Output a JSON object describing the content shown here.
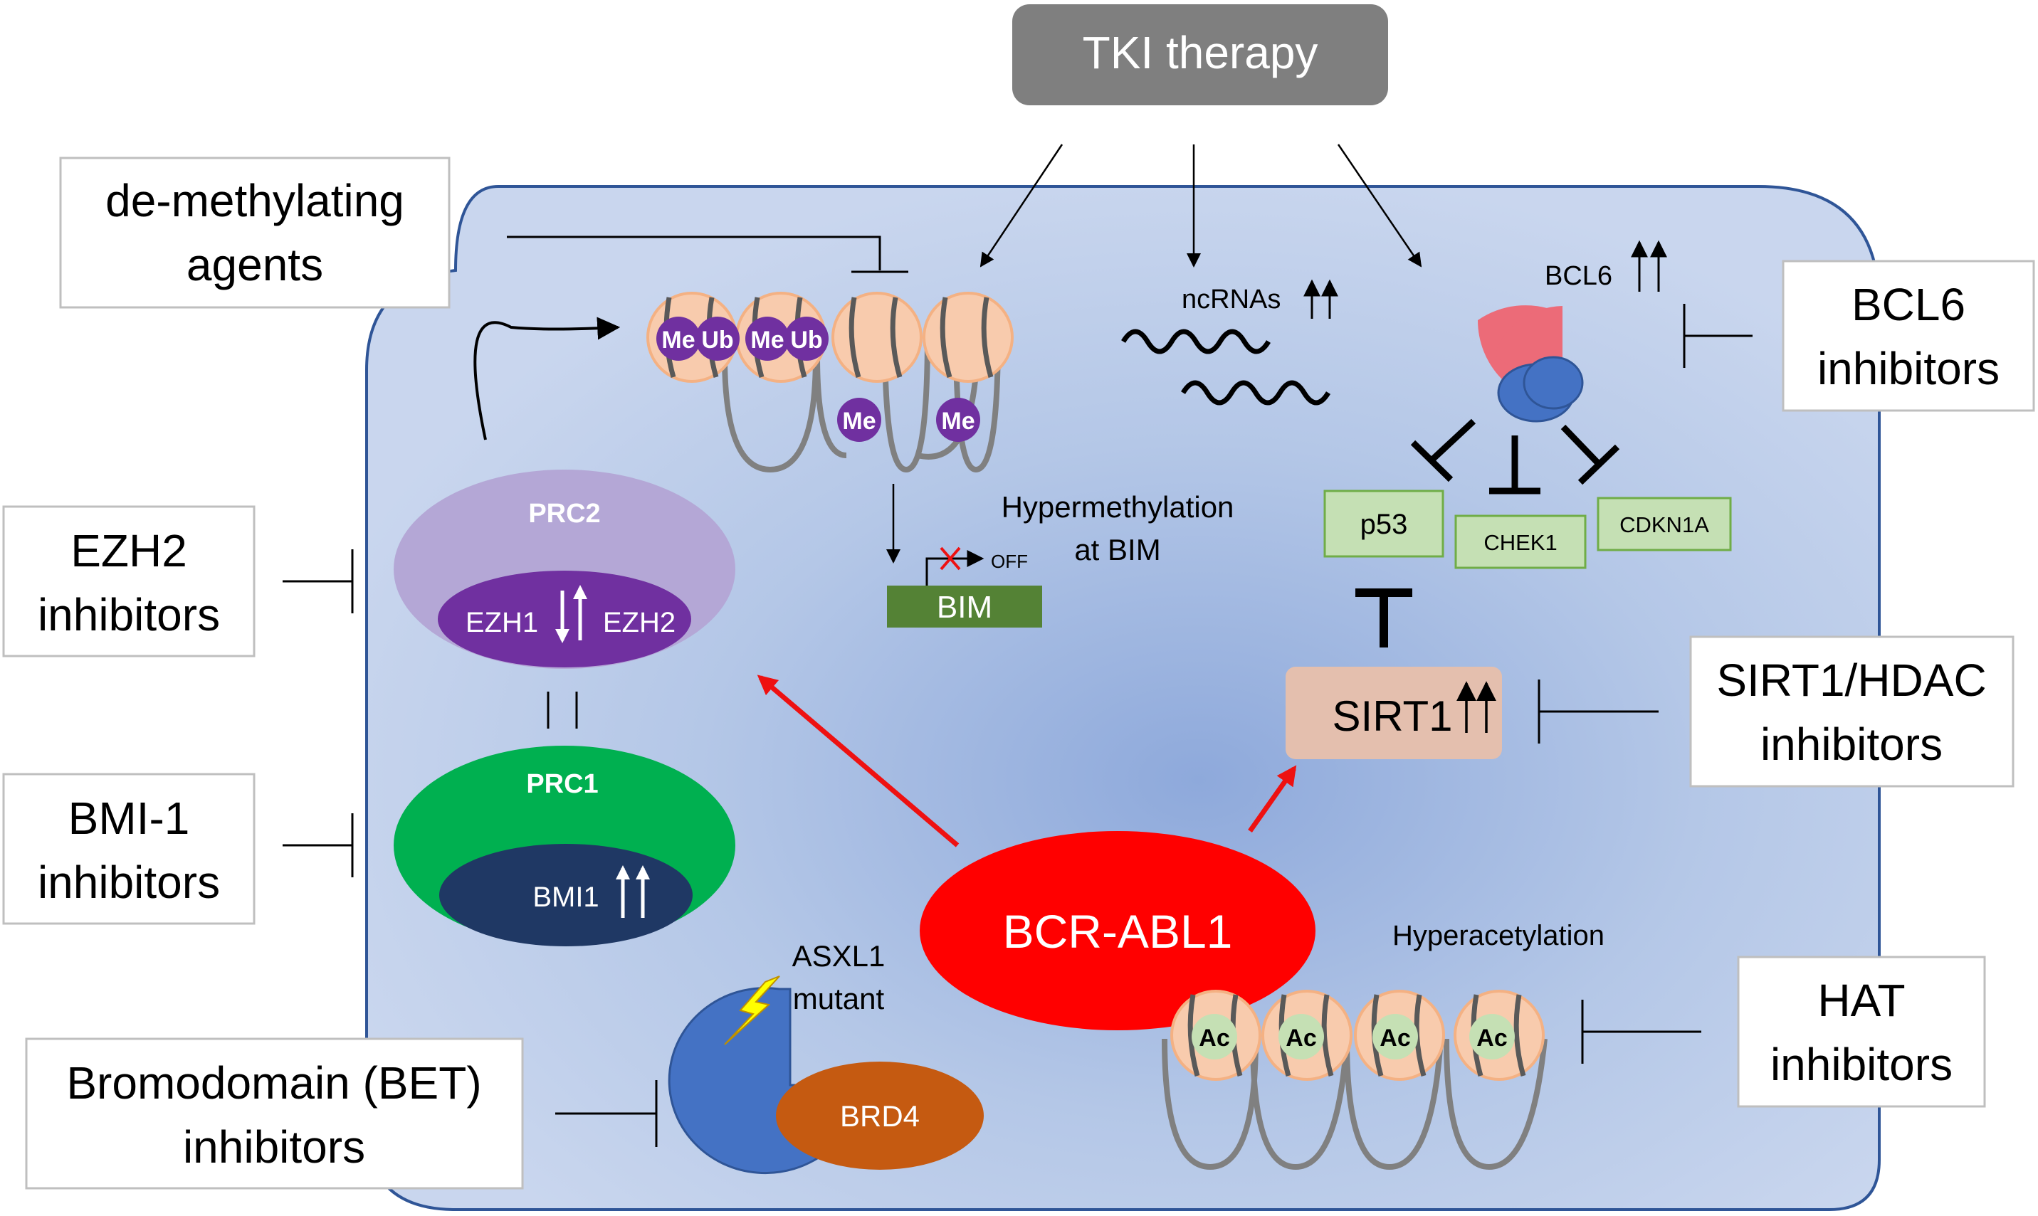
{
  "tki": {
    "label": "TKI therapy"
  },
  "inhibitors": {
    "demethylating": [
      "de-methylating",
      "agents"
    ],
    "ezh2": [
      "EZH2",
      "inhibitors"
    ],
    "bmi1": [
      "BMI-1",
      "inhibitors"
    ],
    "bet": [
      "Bromodomain (BET)",
      "inhibitors"
    ],
    "bcl6": [
      "BCL6",
      "inhibitors"
    ],
    "sirt1": [
      "SIRT1/HDAC",
      "inhibitors"
    ],
    "hat": [
      "HAT",
      "inhibitors"
    ]
  },
  "nucleosomes": {
    "mods": [
      "Me",
      "Ub",
      "Me",
      "Ub",
      "Me",
      "Me"
    ],
    "acetyl": [
      "Ac",
      "Ac",
      "Ac",
      "Ac"
    ]
  },
  "prc2": {
    "label": "PRC2",
    "ezh1": "EZH1",
    "ezh2": "EZH2"
  },
  "prc1": {
    "label": "PRC1",
    "bmi1": "BMI1"
  },
  "bim": {
    "label": "BIM",
    "off": "OFF",
    "hypermethylation": [
      "Hypermethylation",
      "at BIM"
    ]
  },
  "ncrnas": {
    "label": "ncRNAs"
  },
  "bcl6": {
    "label": "BCL6"
  },
  "targets": {
    "p53": "p53",
    "chek1": "CHEK1",
    "cdkn1a": "CDKN1A"
  },
  "sirt1": {
    "label": "SIRT1"
  },
  "bcrabl": {
    "label": "BCR-ABL1"
  },
  "asxl1": {
    "lines": [
      "ASXL1",
      "mutant"
    ]
  },
  "brd4": {
    "label": "BRD4"
  },
  "hyperacetylation": {
    "label": "Hyperacetylation"
  },
  "colors": {
    "cell_fill": "#b8c9e6",
    "cell_border": "#2f5597",
    "tki_box": "#7f7f7f",
    "nucleosome": "#f8cbad",
    "methyl": "#7030a0",
    "prc2_outer": "#b4a7d6",
    "prc2_inner": "#7030a0",
    "prc1_outer": "#00b050",
    "prc1_inner": "#1f3864",
    "bim": "#548235",
    "target_box": "#c5e0b4",
    "sirt1_box": "#e4bfae",
    "bcrabl": "#ff0000",
    "asxl1": "#4472c4",
    "brd4": "#c55a11",
    "acetyl": "#c5e0b4",
    "red_arrow": "#ee1111"
  }
}
